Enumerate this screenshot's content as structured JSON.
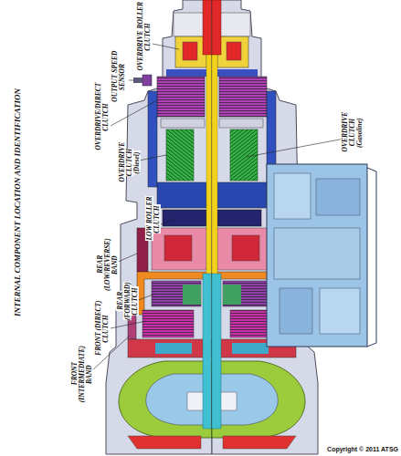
{
  "diagram": {
    "title": "INTERNAL COMPONENT LOCATION AND IDENTIFICATION",
    "labels": [
      "OVERDRIVE ROLLER CLUTCH",
      "OUTPUT SPEED SENSOR",
      "OVERDRIVE/DIRECT CLUTCH",
      "OVERDRIVE CLUTCH (Diesel)",
      "OVERDRIVE CLUTCH (Gasoline)",
      "LOW ROLLER CLUTCH",
      "REAR (LOW/REVERSE) BAND",
      "REAR (FORWARD) CLUTCH",
      "FRONT (DIRECT) CLUTCH",
      "FRONT (INTERMEDIATE) BAND",
      "Copyright © 2011 ATSG"
    ]
  }
}
